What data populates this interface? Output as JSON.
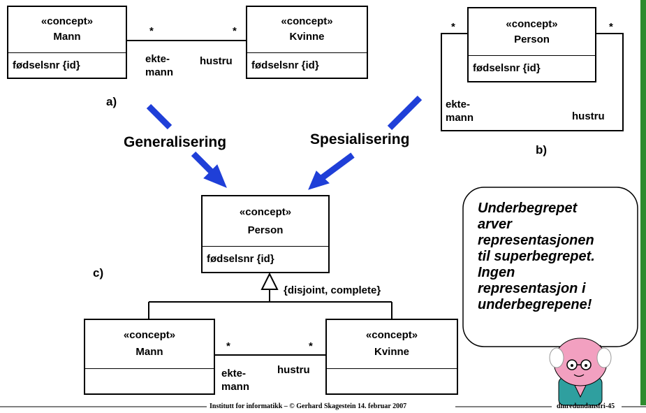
{
  "diagram_a": {
    "label": "a)",
    "left": {
      "stereotype": "«concept»",
      "name": "Mann",
      "attribute": "fødselsnr {id}"
    },
    "right": {
      "stereotype": "«concept»",
      "name": "Kvinne",
      "attribute": "fødselsnr {id}"
    },
    "mult_left": "*",
    "mult_right": "*",
    "role_left_1": "ekte-",
    "role_left_2": "mann",
    "role_right": "hustru"
  },
  "diagram_b": {
    "label": "b)",
    "box": {
      "stereotype": "«concept»",
      "name": "Person",
      "attribute": "fødselsnr {id}"
    },
    "mult_left": "*",
    "mult_right": "*",
    "role_left_1": "ekte-",
    "role_left_2": "mann",
    "role_right": "hustru"
  },
  "arrows": {
    "left_label": "Generalisering",
    "right_label": "Spesialisering",
    "color": "#1f3fd8"
  },
  "diagram_c": {
    "label": "c)",
    "super": {
      "stereotype": "«concept»",
      "name": "Person",
      "attribute": "fødselsnr {id}"
    },
    "constraint": "{disjoint, complete}",
    "left": {
      "stereotype": "«concept»",
      "name": "Mann"
    },
    "right": {
      "stereotype": "«concept»",
      "name": "Kvinne"
    },
    "mult_left": "*",
    "mult_right": "*",
    "role_left_1": "ekte-",
    "role_left_2": "mann",
    "role_right": "hustru"
  },
  "bubble": {
    "lines": [
      "Underbegrepet",
      "arver",
      "representasjonen",
      "til superbegrepet.",
      "Ingen",
      "representasjon i",
      "underbegrepene!"
    ]
  },
  "footer": {
    "center": "Institutt for informatikk – © Gerhard Skagestein 14. februar 2007",
    "right": "dmredundansfri-45"
  },
  "accent": {
    "sidebar": "#2e8b2e"
  }
}
